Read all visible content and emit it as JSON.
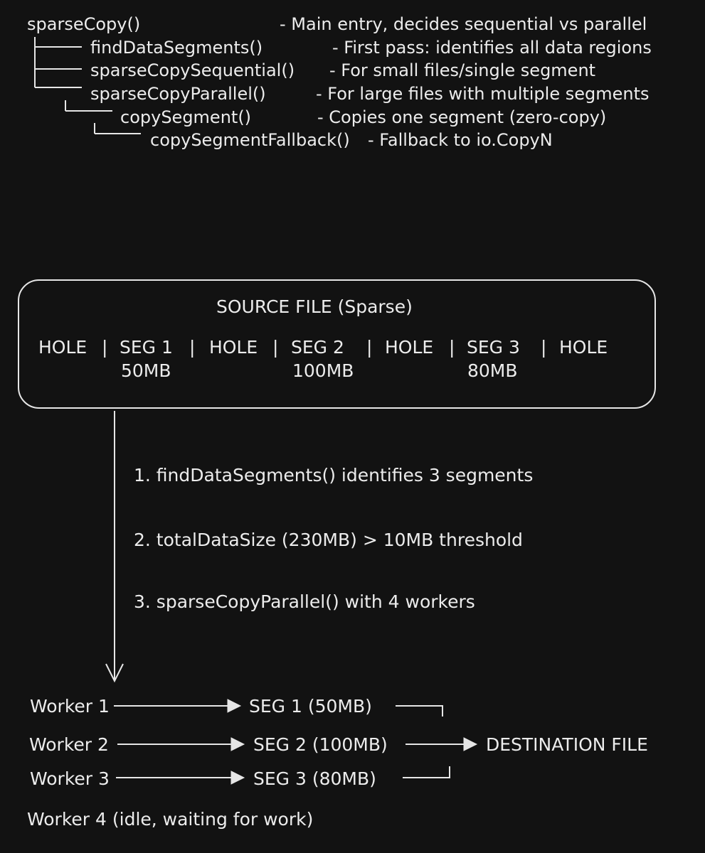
{
  "tree": {
    "root": {
      "name": "sparseCopy()",
      "desc": "- Main entry, decides sequential vs parallel"
    },
    "find": {
      "name": "findDataSegments()",
      "desc": "- First pass: identifies all data regions"
    },
    "sequential": {
      "name": "sparseCopySequential()",
      "desc": "- For small files/single segment"
    },
    "parallel": {
      "name": "sparseCopyParallel()",
      "desc": "- For large files with multiple segments"
    },
    "segment": {
      "name": "copySegment()",
      "desc": "- Copies one segment (zero-copy)"
    },
    "fallback": {
      "name": "copySegmentFallback()",
      "desc": "- Fallback to io.CopyN"
    }
  },
  "source": {
    "title": "SOURCE FILE (Sparse)",
    "hole": "HOLE",
    "sep": "|",
    "segments": [
      {
        "label": "SEG 1",
        "size": "50MB"
      },
      {
        "label": "SEG 2",
        "size": "100MB"
      },
      {
        "label": "SEG 3",
        "size": "80MB"
      }
    ]
  },
  "steps": [
    "1. findDataSegments() identifies 3 segments",
    "2. totalDataSize (230MB) > 10MB threshold",
    "3. sparseCopyParallel() with 4 workers"
  ],
  "workers": {
    "w1": "Worker 1",
    "w2": "Worker 2",
    "w3": "Worker 3",
    "w4": "Worker 4 (idle, waiting for work)",
    "s1": "SEG 1 (50MB)",
    "s2": "SEG 2 (100MB)",
    "s3": "SEG 3 (80MB)",
    "destination": "DESTINATION FILE"
  }
}
